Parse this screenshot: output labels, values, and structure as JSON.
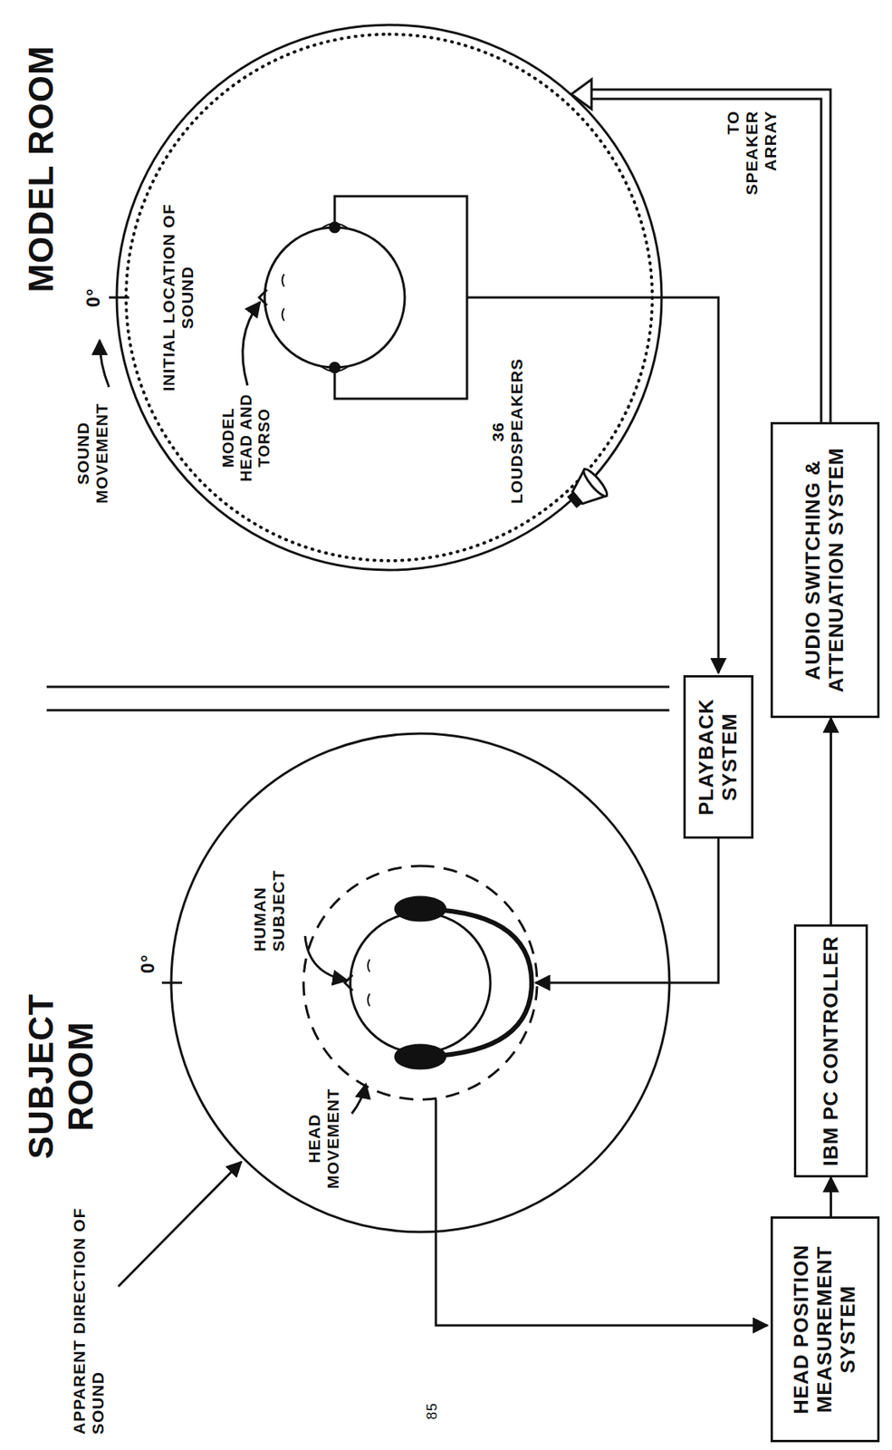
{
  "diagram": {
    "nodes": [
      {
        "text": [
          "HEAD POSITION MEASUREMENT SYSTEM"
        ]
      },
      {
        "text": [
          "IBM PC CONTROLLER"
        ]
      },
      {
        "text": [
          "AUDIO SWITCHING & ATTENUATION SYSTEM"
        ]
      },
      {
        "text": [
          "PLAYBACK SYSTEM"
        ]
      }
    ],
    "edges": [
      {
        "from": 0,
        "to": 1,
        "arrow": "to"
      },
      {
        "from": 1,
        "to": 2,
        "arrow": "to"
      }
    ],
    "labels": [
      "SUBJECT ROOM",
      "MODEL ROOM",
      "APPARENT DIRECTION OF SOUND",
      "0°",
      "HUMAN SUBJECT",
      "HEAD MOVEMENT",
      "SOUND MOVEMENT",
      "0°",
      "INITIAL LOCATION OF SOUND",
      "MODEL HEAD AND TORSO",
      "36 LOUDSPEAKERS",
      "TO SPEAKER ARRAY",
      "85"
    ]
  }
}
